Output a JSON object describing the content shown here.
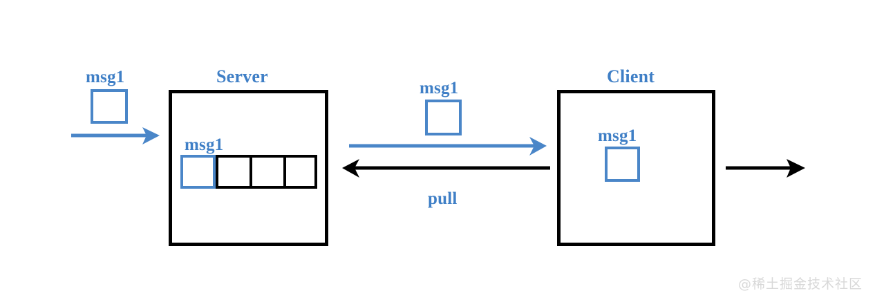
{
  "diagram": {
    "title_server": "Server",
    "title_client": "Client",
    "watermark": "@稀土掘金技术社区",
    "colors": {
      "accent_blue": "#4a86c8",
      "label_blue": "#3f7fc6",
      "line_black": "#000000",
      "background": "#ffffff",
      "watermark_gray": "#d8d8d8"
    },
    "labels": {
      "incoming_msg": "msg1",
      "queued_msg": "msg1",
      "transit_msg": "msg1",
      "client_msg": "msg1",
      "pull": "pull"
    },
    "server": {
      "title": "Server",
      "queue": {
        "cells": [
          {
            "state": "filled",
            "label": "msg1"
          },
          {
            "state": "empty",
            "label": ""
          },
          {
            "state": "empty",
            "label": ""
          },
          {
            "state": "empty",
            "label": ""
          }
        ],
        "total_cells": 4,
        "filled_cells": 1
      }
    },
    "client": {
      "title": "Client",
      "held_message": "msg1"
    },
    "arrows": [
      {
        "name": "producer-to-server",
        "direction": "right",
        "color": "#4a86c8",
        "label": ""
      },
      {
        "name": "server-to-client",
        "direction": "right",
        "color": "#4a86c8",
        "label": ""
      },
      {
        "name": "client-pull-request",
        "direction": "left",
        "color": "#000000",
        "label": "pull"
      },
      {
        "name": "client-to-consumer",
        "direction": "right",
        "color": "#000000",
        "label": ""
      }
    ]
  }
}
